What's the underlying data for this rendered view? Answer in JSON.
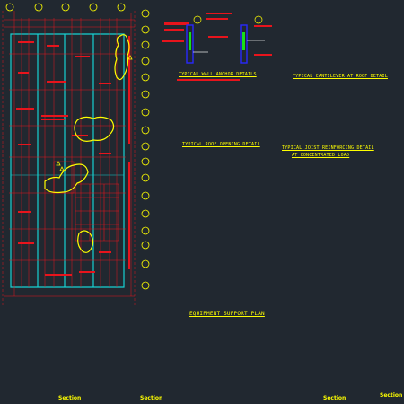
{
  "drawing": {
    "background": "#212830",
    "colors": {
      "red": "#e8141c",
      "yellow": "#ffff00",
      "cyan": "#16d2d2",
      "white": "#e6e6e6",
      "green": "#18e018",
      "blue": "#2828ff",
      "magenta": "#e000e0"
    }
  },
  "labels": {
    "wall_anchor": "TYPICAL WALL ANCHOR DETAILS",
    "cantilever": "TYPICAL CANTILEVER AT ROOF DETAIL",
    "roof_opening": "TYPICAL ROOF OPENING DETAIL",
    "joist_reinforcing_1": "TYPICAL JOIST REINFORCING DETAIL",
    "joist_reinforcing_2": "AT CONCENTRATED LOAD",
    "equipment_plan": "EQUIPMENT SUPPORT PLAN",
    "section_1": "Section",
    "section_2": "Section",
    "section_3": "Section",
    "section_4": "Section"
  }
}
